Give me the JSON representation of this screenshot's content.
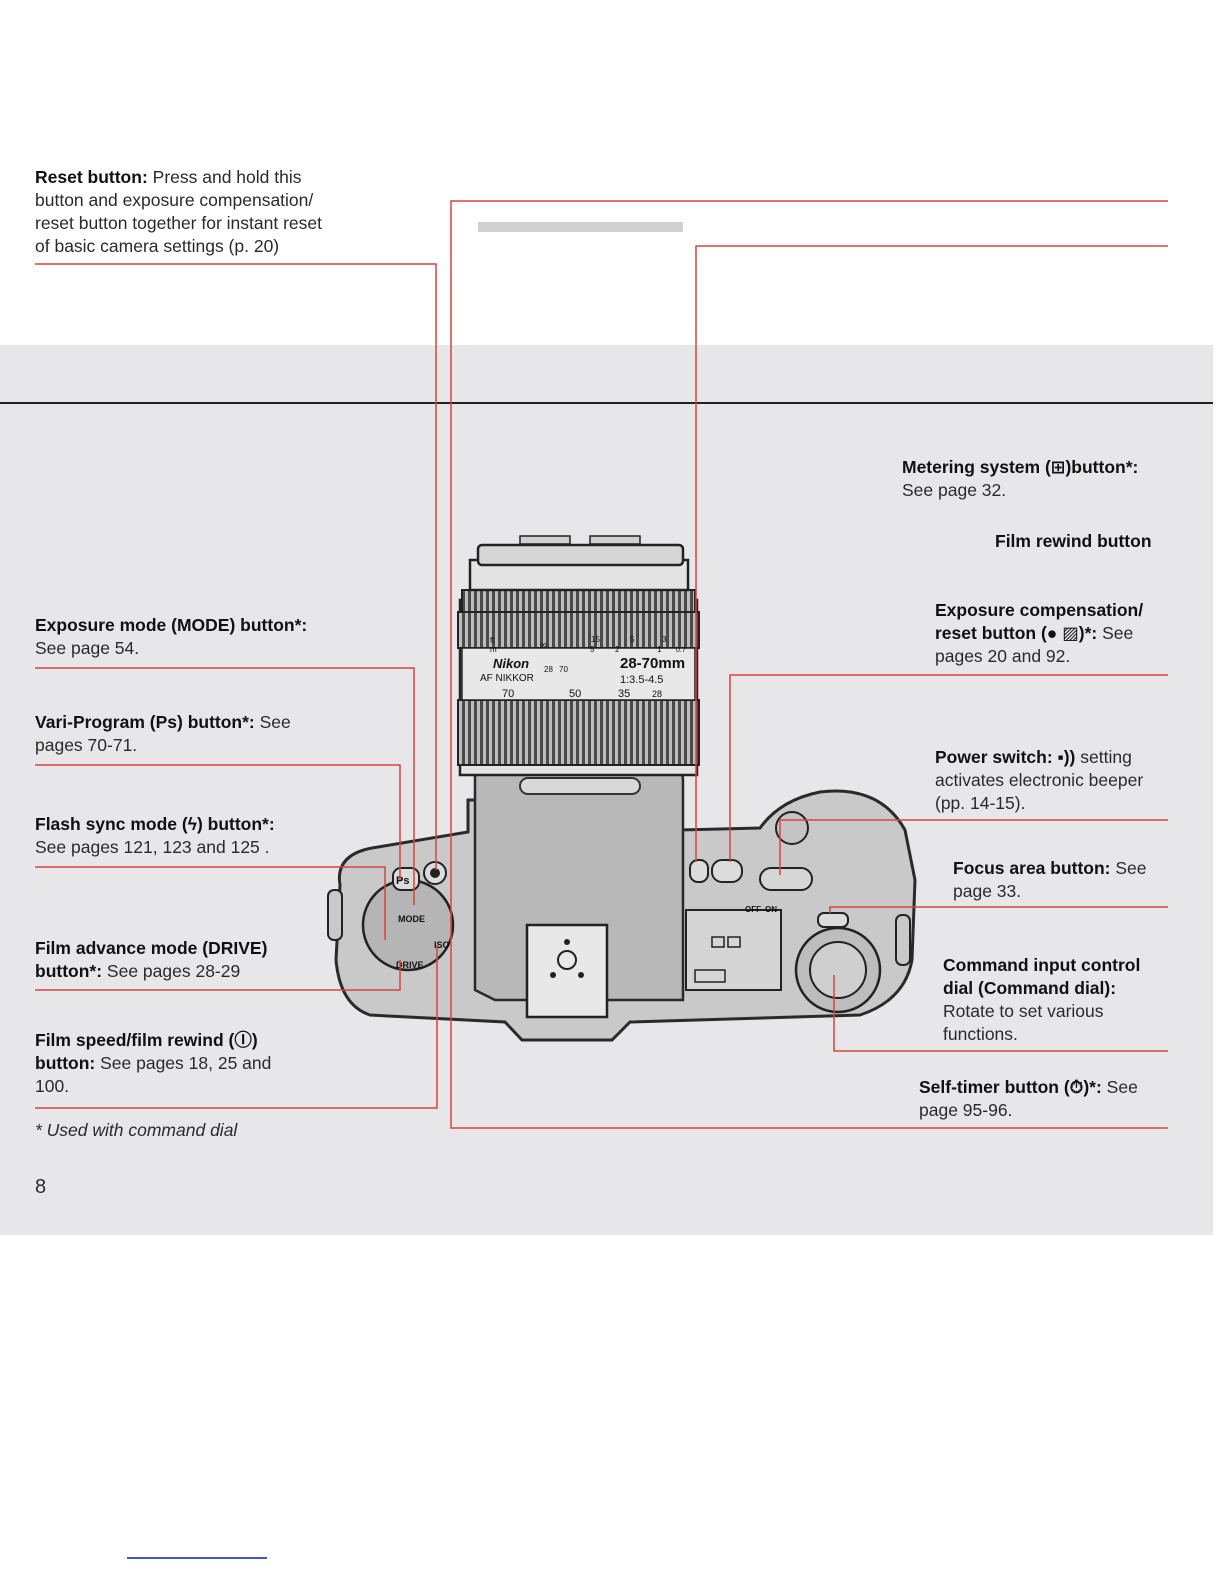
{
  "page": {
    "number": "8",
    "footnote": "* Used with command dial"
  },
  "labels_left": [
    {
      "id": "reset",
      "title": "Reset button:",
      "line1": " Press and hold this",
      "line2": "button and exposure compensation/",
      "line3": "reset button together for instant reset",
      "line4": "of basic camera settings (p. 20)"
    },
    {
      "id": "mode",
      "title": "Exposure mode (MODE) button*:",
      "line1": "See page 54."
    },
    {
      "id": "ps",
      "title": "Vari-Program (Ps) button*:",
      "tail": " See",
      "line1": "pages 70-71."
    },
    {
      "id": "flash",
      "title": "Flash sync mode (ϟ) button*:",
      "line1": "See pages 121, 123 and 125 ."
    },
    {
      "id": "drive",
      "title": "Film advance mode (DRIVE)",
      "title2": "button*:",
      "tail": " See pages 28-29"
    },
    {
      "id": "iso",
      "title": "Film speed/film rewind (Ⓘ)",
      "title2": "button:",
      "tail": " See pages 18, 25 and",
      "line1": "100."
    }
  ],
  "labels_right": [
    {
      "id": "metering",
      "title": "Metering system (⊞)button*:",
      "line1": "See page 32."
    },
    {
      "id": "rewind",
      "title": "Film rewind button"
    },
    {
      "id": "expcomp",
      "title": "Exposure compensation/",
      "title2": "reset button (● ▨)*:",
      "tail": " See",
      "line1": "pages 20 and 92."
    },
    {
      "id": "power",
      "title": "Power switch: ▪))",
      "tail": " setting",
      "line1": "activates electronic beeper",
      "line2": "(pp. 14-15)."
    },
    {
      "id": "focus",
      "title": "Focus area button:",
      "tail": " See",
      "line1": "page 33."
    },
    {
      "id": "dial",
      "title": "Command input control",
      "title2": "dial (Command dial):",
      "line1": "Rotate to set various",
      "line2": "functions."
    },
    {
      "id": "selftimer",
      "title": "Self-timer button (⏱)*:",
      "tail": " See",
      "line1": "page 95-96."
    }
  ],
  "camera": {
    "brand": "Nikon",
    "lens_model": "AF NIKKOR",
    "focal": "28-70mm",
    "aperture": "1:3.5-4.5",
    "zoom_marks": [
      "70",
      "50",
      "35",
      "28"
    ],
    "distance_marks": [
      "ft",
      "m",
      "∞",
      "15",
      "5",
      "5",
      "2",
      "3",
      "1",
      "0.7"
    ],
    "depth_marks": [
      "28",
      "70"
    ],
    "buttons": {
      "ps": "Ps",
      "mode": "MODE",
      "drive": "DRIVE",
      "iso": "ISO",
      "off": "OFF",
      "on": "ON"
    }
  }
}
